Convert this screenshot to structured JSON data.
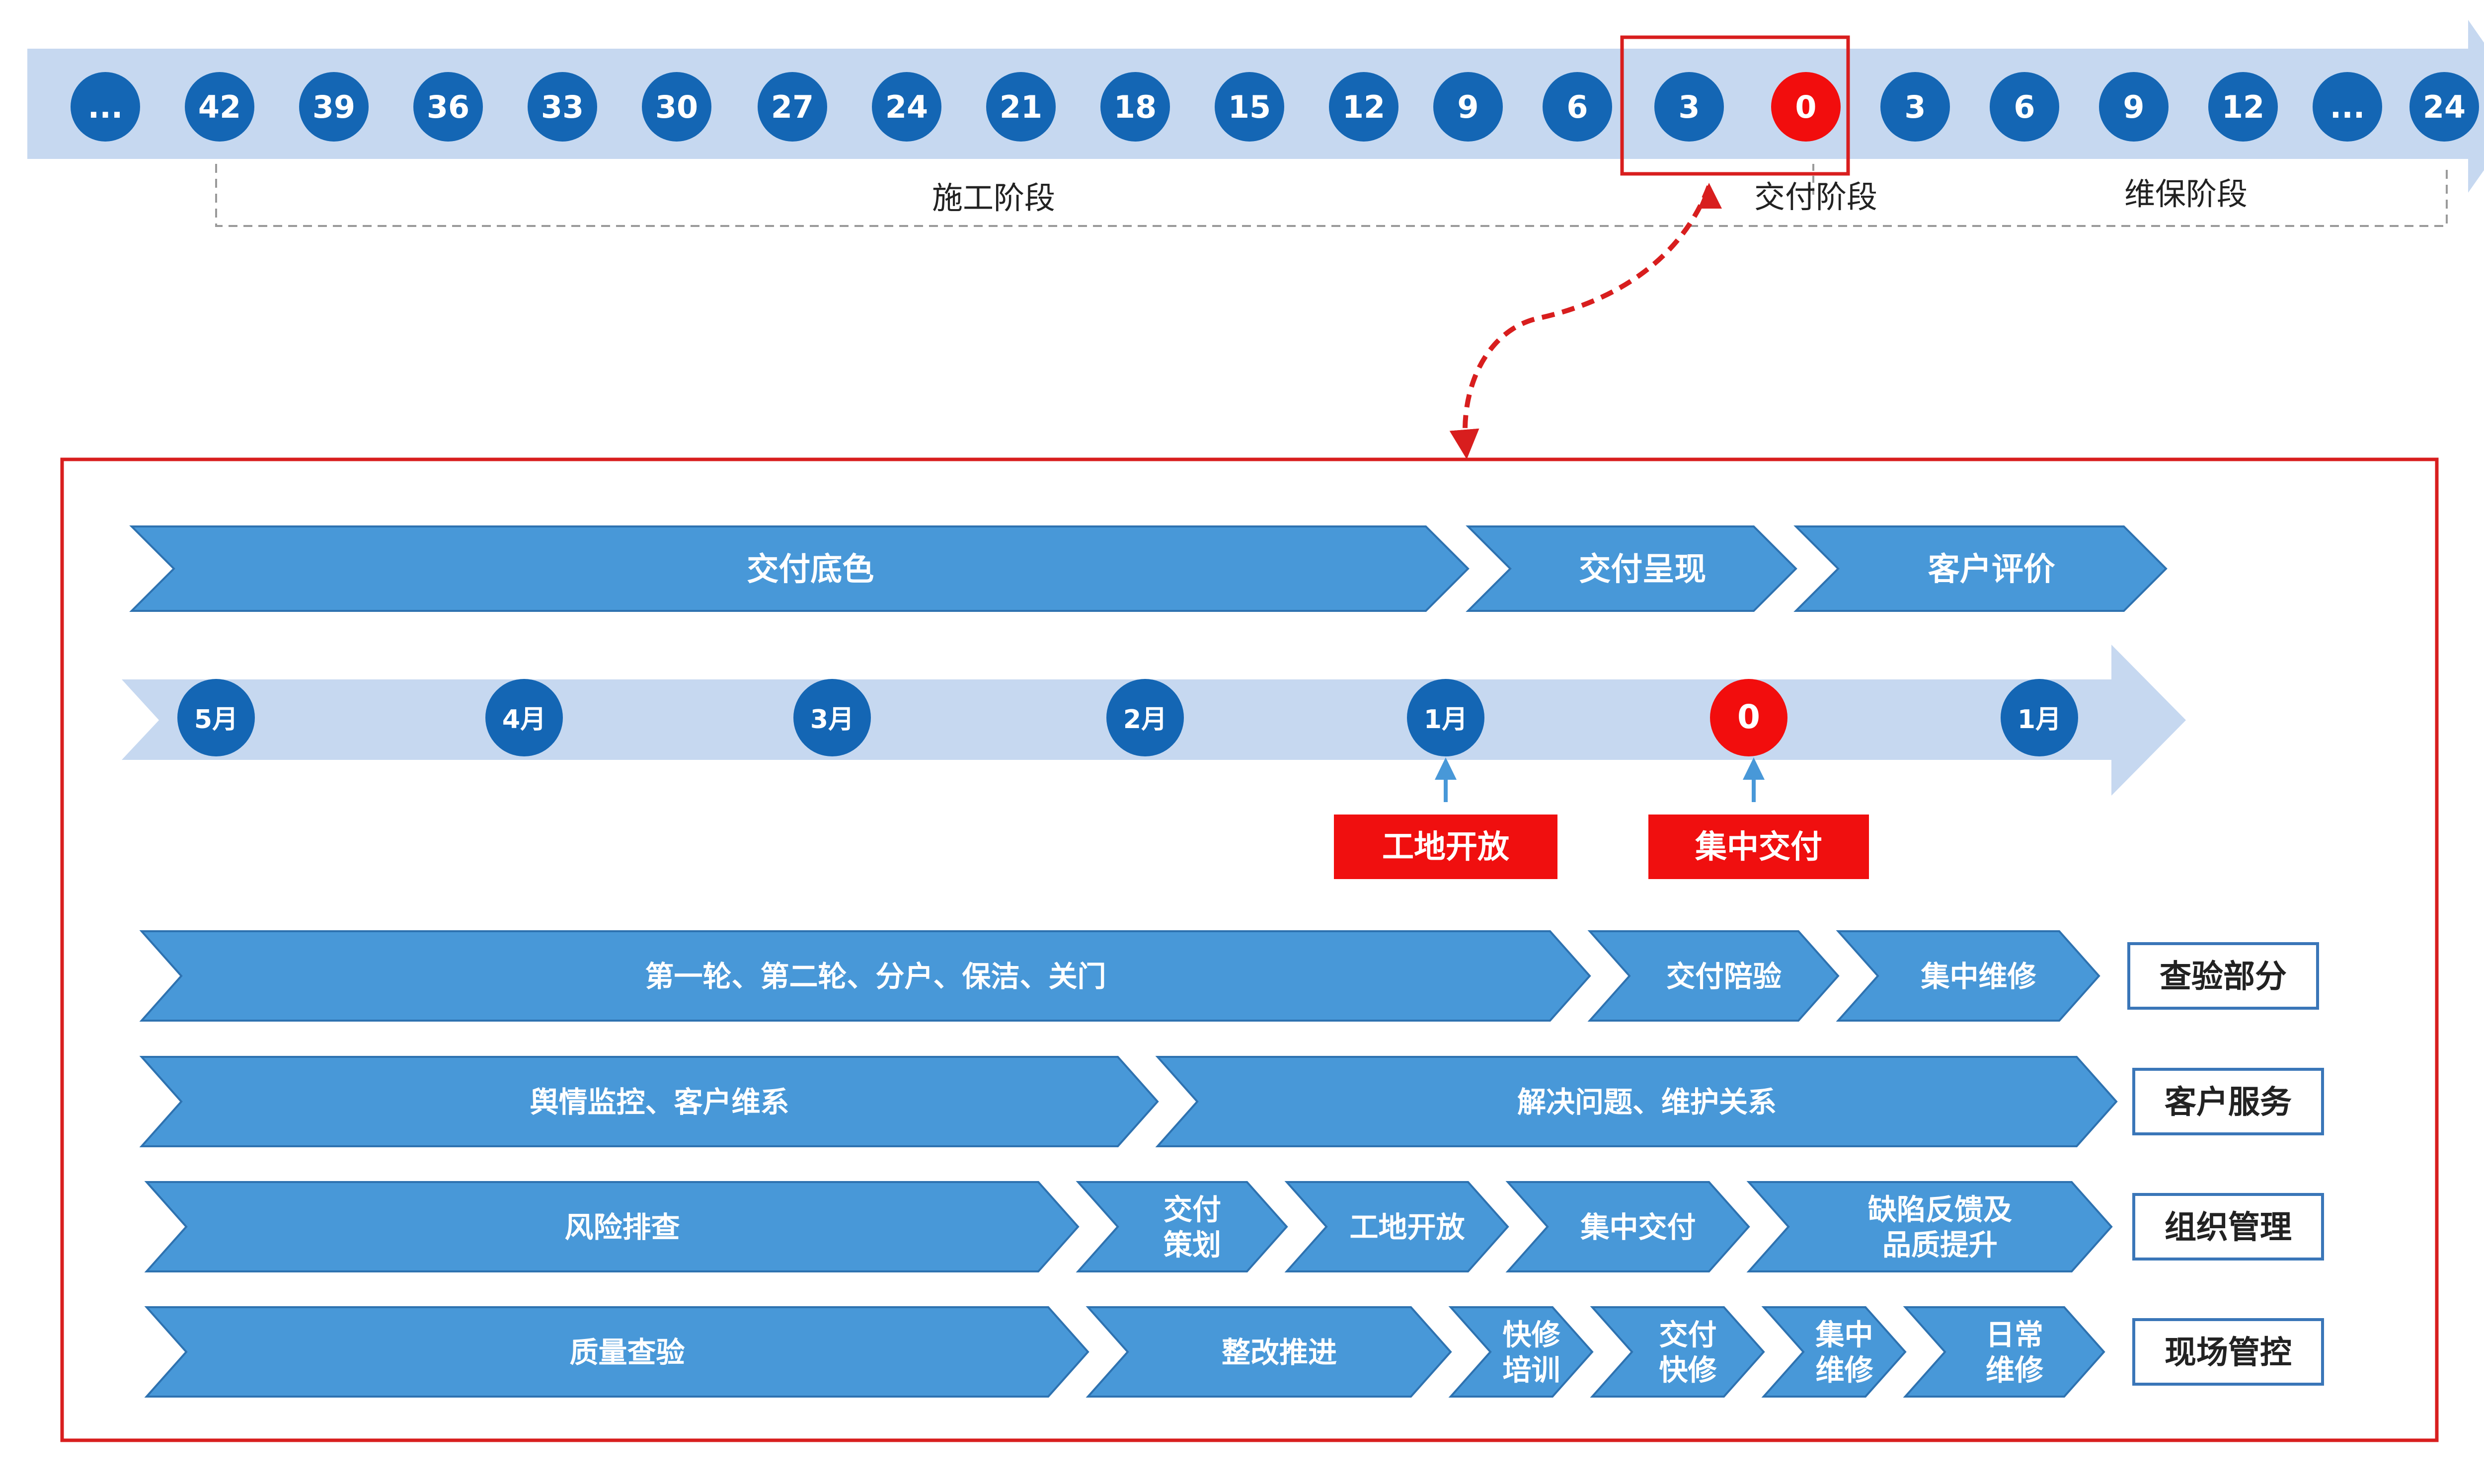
{
  "colors": {
    "band": "#C6D8F0",
    "dot": "#1466B4",
    "dot_highlight": "#F20D0D",
    "chevron": "#4898D8",
    "chevron_edge": "#2E72B0",
    "frame_red": "#D81E1E",
    "tag_red": "#F00F0F",
    "label_border": "#3A76B8",
    "dash": "#9A9A9A",
    "text_dark": "#222222",
    "text_light": "#FFFFFF"
  },
  "top_timeline": {
    "dots": [
      {
        "label": "...",
        "highlight": false
      },
      {
        "label": "42",
        "highlight": false
      },
      {
        "label": "39",
        "highlight": false
      },
      {
        "label": "36",
        "highlight": false
      },
      {
        "label": "33",
        "highlight": false
      },
      {
        "label": "30",
        "highlight": false
      },
      {
        "label": "27",
        "highlight": false
      },
      {
        "label": "24",
        "highlight": false
      },
      {
        "label": "21",
        "highlight": false
      },
      {
        "label": "18",
        "highlight": false
      },
      {
        "label": "15",
        "highlight": false
      },
      {
        "label": "12",
        "highlight": false
      },
      {
        "label": "9",
        "highlight": false
      },
      {
        "label": "6",
        "highlight": false
      },
      {
        "label": "3",
        "highlight": false
      },
      {
        "label": "0",
        "highlight": true
      },
      {
        "label": "3",
        "highlight": false
      },
      {
        "label": "6",
        "highlight": false
      },
      {
        "label": "9",
        "highlight": false
      },
      {
        "label": "12",
        "highlight": false
      },
      {
        "label": "...",
        "highlight": false
      },
      {
        "label": "24",
        "highlight": false
      }
    ],
    "phases": [
      "施工阶段",
      "交付阶段",
      "维保阶段"
    ]
  },
  "detail": {
    "phase_row": [
      "交付底色",
      "交付呈现",
      "客户评价"
    ],
    "months": [
      {
        "label": "5月",
        "highlight": false
      },
      {
        "label": "4月",
        "highlight": false
      },
      {
        "label": "3月",
        "highlight": false
      },
      {
        "label": "2月",
        "highlight": false
      },
      {
        "label": "1月",
        "highlight": false
      },
      {
        "label": "0",
        "highlight": true
      },
      {
        "label": "1月",
        "highlight": false
      }
    ],
    "milestones": [
      "工地开放",
      "集中交付"
    ],
    "rows": [
      {
        "label": "查验部分",
        "segments": [
          "第一轮、第二轮、分户、保洁、关门",
          "交付陪验",
          "集中维修"
        ]
      },
      {
        "label": "客户服务",
        "segments": [
          "舆情监控、客户维系",
          "解决问题、维护关系"
        ]
      },
      {
        "label": "组织管理",
        "segments": [
          "风险排查",
          "交付\n策划",
          "工地开放",
          "集中交付",
          "缺陷反馈及\n品质提升"
        ]
      },
      {
        "label": "现场管控",
        "segments": [
          "质量查验",
          "整改推进",
          "快修\n培训",
          "交付\n快修",
          "集中\n维修",
          "日常\n维修"
        ]
      }
    ]
  }
}
